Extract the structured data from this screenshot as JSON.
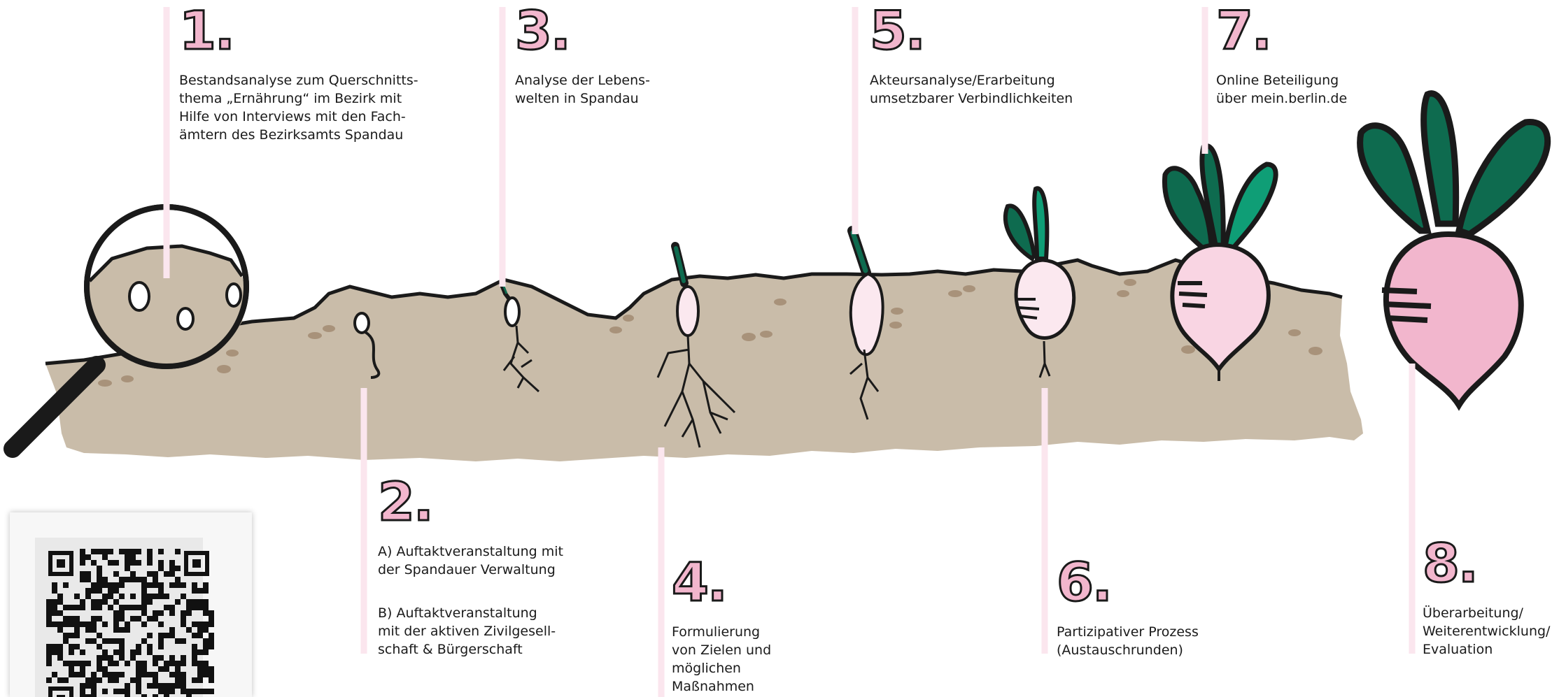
{
  "steps": [
    {
      "number": "1.",
      "text": "Bestandsanalyse zum Querschnitts-\nthema „Ernährung“ im Bezirk mit\nHilfe von Interviews mit den Fach-\nämtern des Bezirksamts Spandau"
    },
    {
      "number": "2.",
      "text_a": "A) Auftaktveranstaltung mit\nder Spandauer Verwaltung",
      "text_b": "B) Auftaktveranstaltung\nmit der aktiven Zivilgesell-\nschaft & Bürgerschaft"
    },
    {
      "number": "3.",
      "text": "Analyse der Lebens-\nwelten in Spandau"
    },
    {
      "number": "4.",
      "text": "Formulierung\nvon Zielen und\nmöglichen\nMaßnahmen"
    },
    {
      "number": "5.",
      "text": "Akteursanalyse/Erarbeitung\numsetzbarer Verbindlichkeiten"
    },
    {
      "number": "6.",
      "text": "Partizipativer Prozess\n(Austauschrunden)"
    },
    {
      "number": "7.",
      "text": "Online Beteiligung\nüber mein.berlin.de"
    },
    {
      "number": "8.",
      "text": "Überarbeitung/\nWeiterentwicklung/\nEvaluation"
    }
  ],
  "colors": {
    "soil": "#c9bca9",
    "pebble": "#a8927a",
    "leaf": "#0e6b4f",
    "leaf_light": "#0f9e76",
    "beet_pale": "#fbe8ef",
    "beet_mid": "#f9d5e3",
    "beet_strong": "#f2b6cd",
    "line": "#fbe6ee",
    "outline": "#1a1a1a"
  },
  "icons": [
    "magnifier-icon",
    "seed-icon",
    "sprout-icon",
    "radish-icon",
    "beet-icon",
    "qr-code"
  ]
}
